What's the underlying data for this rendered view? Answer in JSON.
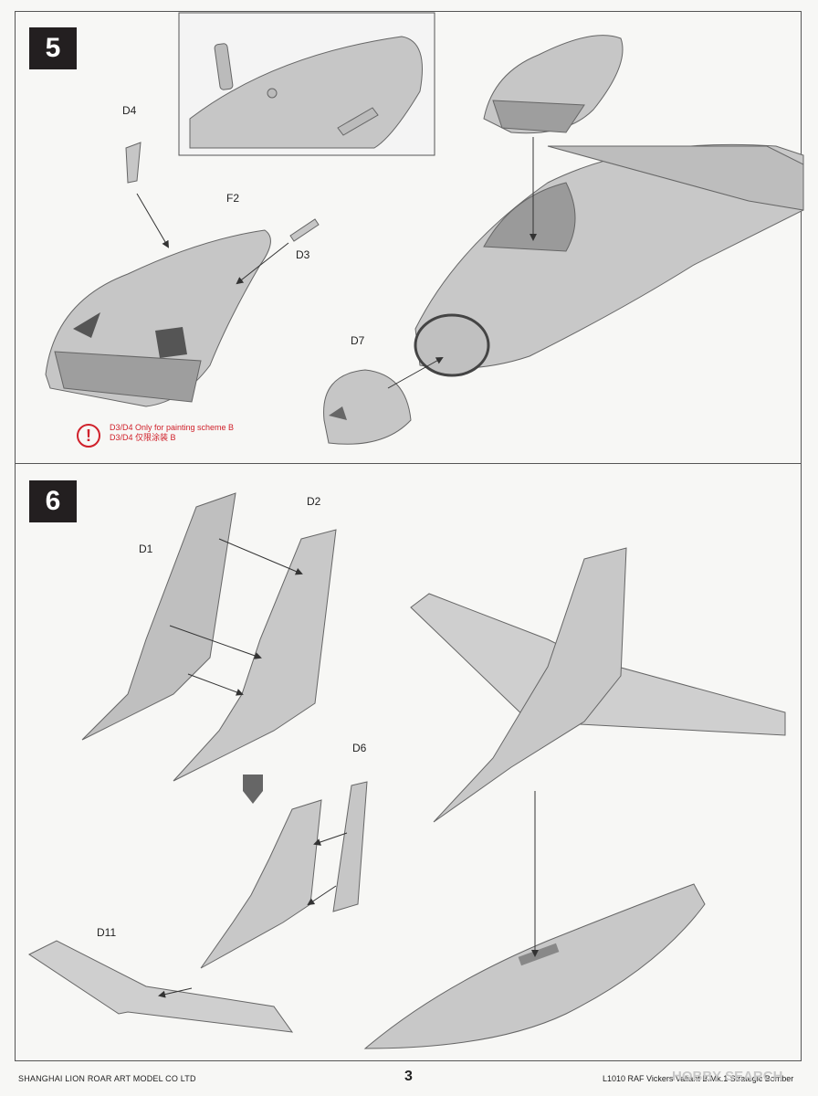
{
  "steps": [
    {
      "number": "5"
    },
    {
      "number": "6"
    }
  ],
  "parts": {
    "d4": "D4",
    "f2": "F2",
    "d3": "D3",
    "d7": "D7",
    "d1": "D1",
    "d2": "D2",
    "d6": "D6",
    "d11": "D11"
  },
  "note": {
    "line1": "D3/D4 Only for painting scheme B",
    "line2": "D3/D4 仅限涂装 B",
    "icon": "exclamation-icon"
  },
  "footer": {
    "company": "SHANGHAI LION ROAR ART MODEL CO LTD",
    "page": "3",
    "product": "L1010 RAF Vickers Valiant B.Mk.1 Strategic Bomber"
  },
  "watermark": "HOBBY SEARCH",
  "colors": {
    "part_fill": "#c4c4c4",
    "line": "#555555",
    "accent": "#d0212b",
    "badge": "#231f20"
  }
}
